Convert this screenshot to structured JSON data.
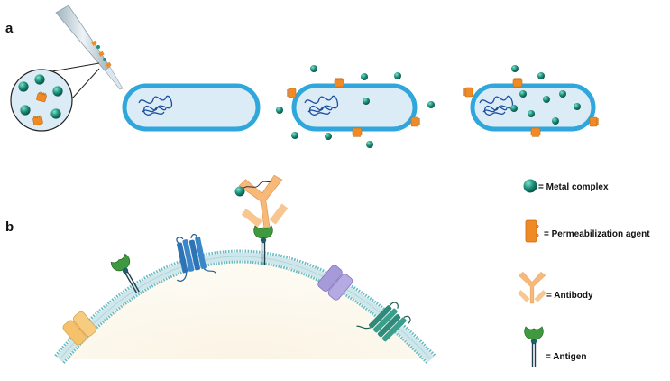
{
  "panels": {
    "a": {
      "label": "a"
    },
    "b": {
      "label": "b"
    }
  },
  "legend": {
    "metal_complex": "= Metal complex",
    "permeabilization_agent": "= Permeabilization agent",
    "antibody": "= Antibody",
    "antigen": "= Antigen"
  },
  "colors": {
    "cell_wall": "#2fa7dc",
    "cytoplasm": "#dcecf6",
    "dna": "#1d4fa0",
    "metal_complex": "#1d8f7a",
    "permeabilization_agent": "#f08a24",
    "antibody": "#f7b97a",
    "antigen": "#3f9a3f",
    "membrane": "#cfe7ea",
    "membrane_heads": "#6cbcc6",
    "receptor_blue": "#2d73b6",
    "receptor_teal": "#2f8a7a",
    "receptor_purple": "#a79ad9",
    "channel_orange": "#f5c26b"
  },
  "icons": [
    "pipette-icon",
    "magnifier-icon",
    "bacterium-icon",
    "metal-complex-icon",
    "permeabilization-agent-icon",
    "antibody-icon",
    "antigen-icon",
    "gpcr-receptor-icon",
    "ion-channel-icon"
  ]
}
